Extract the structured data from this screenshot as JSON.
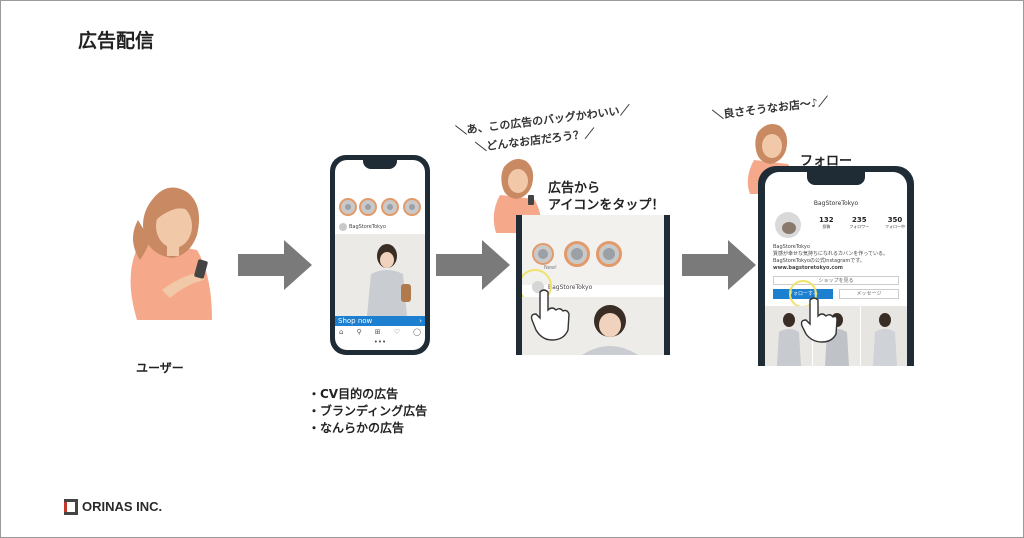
{
  "slide": {
    "title": "広告配信",
    "user_label": "ユーザー",
    "bullets": [
      "・CV目的の広告",
      "・ブランディング広告",
      "・なんらかの広告"
    ],
    "speech1_line1": "＼あ、この広告のバッグかわいい／",
    "speech1_line2": "＼どんなお店だろう？／",
    "step2_line1": "広告から",
    "step2_line2": "アイコンをタップ！",
    "speech2": "＼良さそうなお店～♪／",
    "step3": "フォロー"
  },
  "phone1": {
    "account": "BagStoreTokyo",
    "shop_now": "Shop now",
    "more": "•••"
  },
  "phone2": {
    "account": "BagStoreTokyo",
    "bubble": "New!"
  },
  "phone3": {
    "username": "BagStoreTokyo",
    "stats": [
      {
        "num": "132",
        "label": "投稿"
      },
      {
        "num": "235",
        "label": "フォロワー"
      },
      {
        "num": "350",
        "label": "フォロー中"
      }
    ],
    "bio_name": "BagStoreTokyo",
    "bio_line1": "質感が幸せな気持ちになれるカバンを作っている。",
    "bio_line2": "BagStoreTokyoの公式instagramです。",
    "bio_link": "www.bagstoretokyo.com",
    "shop_button": "ショップを見る",
    "follow_button": "フォローする",
    "message_button": "メッセージ"
  },
  "footer": {
    "logo_text": "ORINAS INC."
  },
  "colors": {
    "arrow": "#7a7a7a",
    "phone": "#1f2b35",
    "accent": "#1c7fd0",
    "skin": "#f2c9a8",
    "shirt": "#f6a98a",
    "hair": "#c98a63"
  }
}
